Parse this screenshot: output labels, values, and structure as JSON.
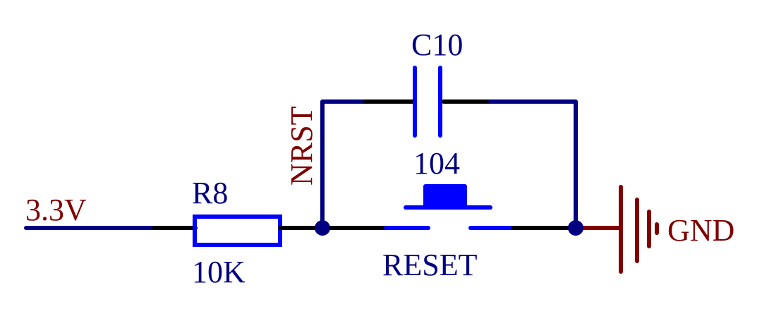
{
  "colors": {
    "wire_net": "#000080",
    "wire_pin": "#000000",
    "component": "#0000FF",
    "power": "#800000",
    "text_component": "#000080",
    "text_net": "#800000"
  },
  "net_labels": {
    "vcc": "3.3V",
    "nrst": "NRST",
    "gnd": "GND"
  },
  "resistor": {
    "designator": "R8",
    "value": "10K"
  },
  "capacitor": {
    "designator": "C10",
    "value": "104"
  },
  "switch": {
    "designator": "RESET"
  }
}
